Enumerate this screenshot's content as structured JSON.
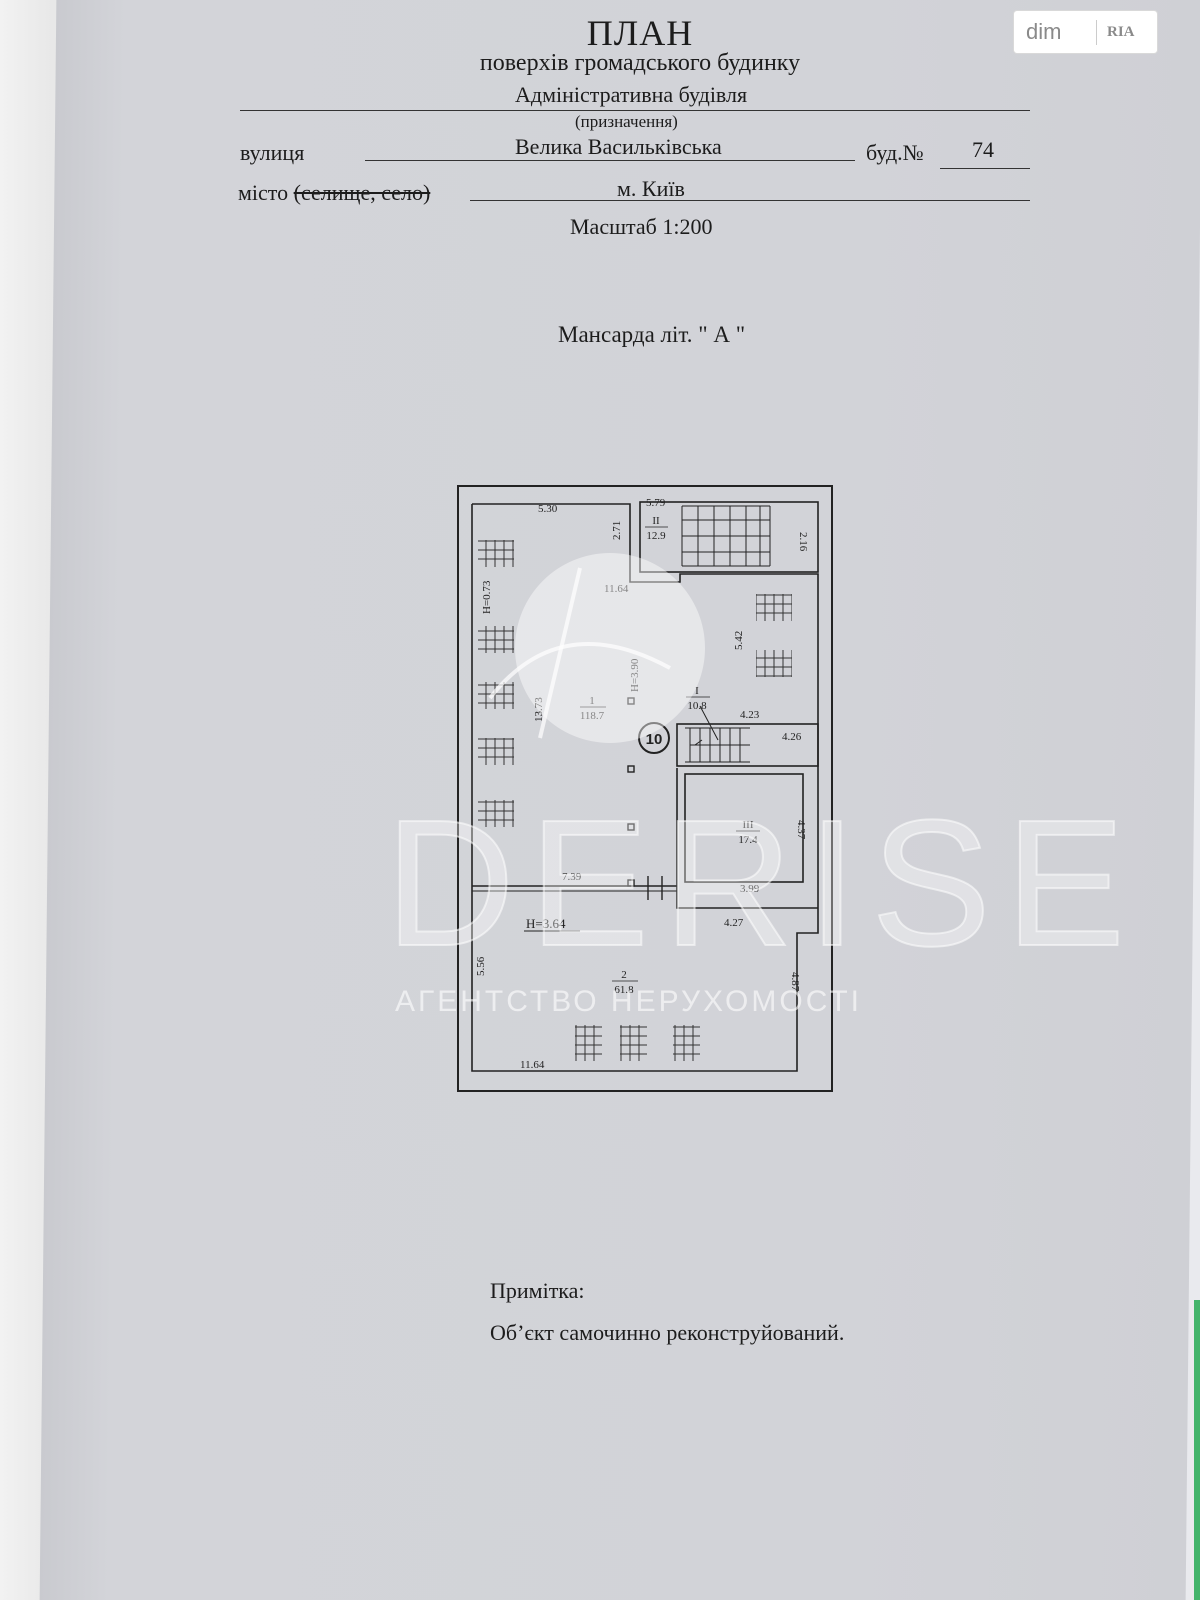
{
  "header": {
    "title": "ПЛАН",
    "subtitle": "поверхів громадського будинку",
    "purpose_value": "Адміністративна будівля",
    "purpose_caption": "(призначення)",
    "street_label": "вулиця",
    "street_value": "Велика Васильківська",
    "building_label": "буд.№",
    "building_value": "74",
    "city_label": "місто",
    "city_strike": "(селище, село)",
    "city_value": "м. Київ",
    "scale": "Масштаб 1:200"
  },
  "plan": {
    "floor_title": "Мансарда літ. \" А \"",
    "rooms": [
      {
        "num": "1",
        "area": "118.7"
      },
      {
        "num": "2",
        "area": "61.8"
      },
      {
        "num": "I",
        "area": "10.8"
      },
      {
        "num": "II",
        "area": "12.9"
      },
      {
        "num": "III",
        "area": "17.4"
      }
    ],
    "dimensions": {
      "d_530": "5.30",
      "d_579": "5.79",
      "d_271": "2.71",
      "d_216": "2.16",
      "d_1164_top": "11.64",
      "d_542": "5.42",
      "d_423": "4.23",
      "d_426": "4.26",
      "d_1373": "13.73",
      "d_437": "4.37",
      "d_739": "7.39",
      "d_399": "3.99",
      "d_427": "4.27",
      "d_556": "5.56",
      "d_487": "4.87",
      "d_1164_bottom": "11.64"
    },
    "heights": {
      "h_073": "H=0.73",
      "h_390": "H=3.90",
      "h_364": "H=3.64"
    },
    "stair_marker": "10"
  },
  "note": {
    "label": "Примітка:",
    "text": "Об’єкт самочинно реконструйований."
  },
  "logo": {
    "dim": "dim",
    "ria": "RIA"
  },
  "watermark": {
    "brand": "DERISE",
    "caption": "АГЕНТСТВО НЕРУХОМОСТІ"
  },
  "colors": {
    "paper": "#d2d3d8",
    "ink": "#1c1c1c",
    "accent_edge": "#43b46b"
  }
}
